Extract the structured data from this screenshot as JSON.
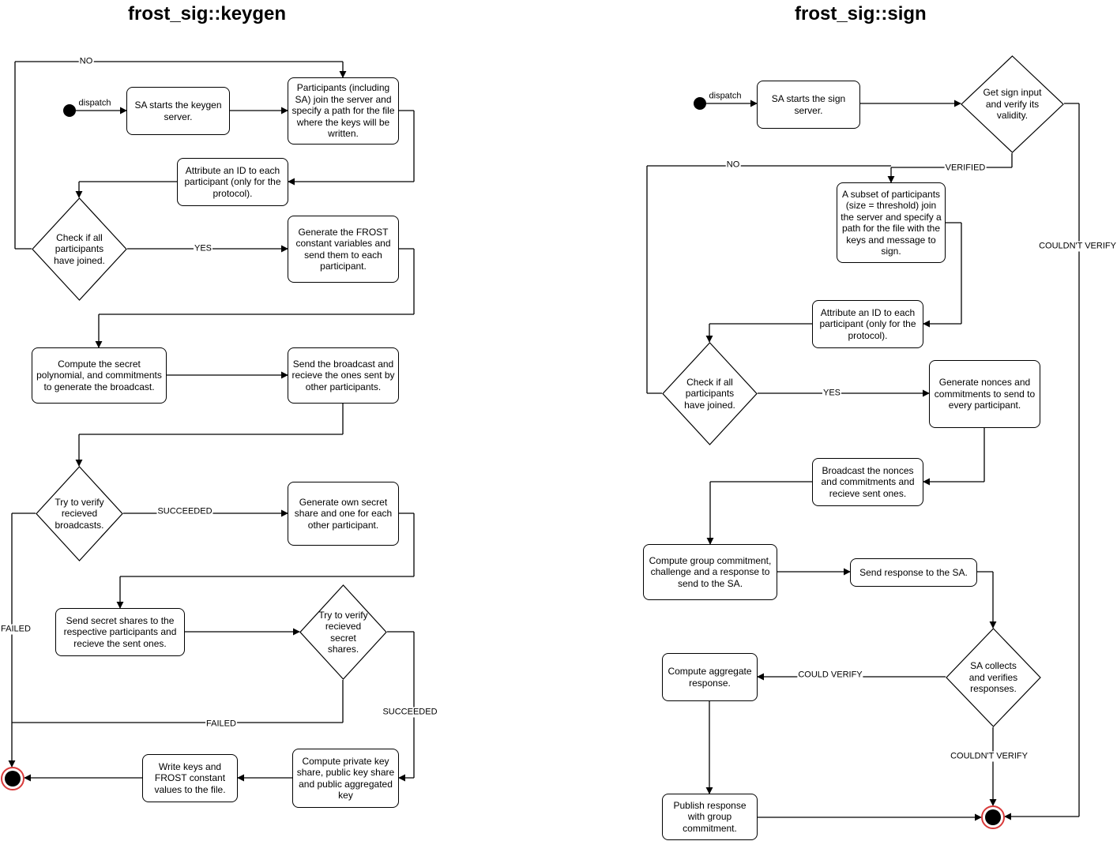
{
  "keygen": {
    "title": "frost_sig::keygen",
    "nodes": {
      "start_label": "dispatch",
      "sa_start": "SA starts the keygen server.",
      "join": "Participants (including SA) join the server and specify a path for the file where the keys will be written.",
      "attribute_id": "Attribute an ID to each participant (only for the protocol).",
      "check_joined": "Check if all participants have joined.",
      "generate_constants": "Generate the FROST constant variables and send them to each participant.",
      "compute_polynomial": "Compute the secret polynomial, and commitments to generate the broadcast.",
      "send_broadcast": "Send the broadcast and recieve the ones sent by other participants.",
      "verify_broadcasts": "Try to verify recieved broadcasts.",
      "generate_shares": "Generate own secret share and one for each other participant.",
      "send_shares": "Send secret shares to the respective participants and recieve the sent ones.",
      "verify_shares": "Try to verify recieved secret shares.",
      "compute_keys": "Compute private key share, public key share and public aggregated key",
      "write_keys": "Write keys and FROST constant values to the file."
    },
    "edge_labels": {
      "no": "NO",
      "yes": "YES",
      "succeeded_1": "SUCCEEDED",
      "failed_1": "FAILED",
      "failed_2": "FAILED",
      "succeeded_2": "SUCCEEDED"
    }
  },
  "sign": {
    "title": "frost_sig::sign",
    "nodes": {
      "start_label": "dispatch",
      "sa_start": "SA starts the sign server.",
      "get_input": "Get sign input and verify its validity.",
      "subset_join": "A subset of participants (size = threshold) join the server and specify a path for the file with the keys and message to sign.",
      "attribute_id": "Attribute an ID to each participant (only for the protocol).",
      "check_joined": "Check if all participants have joined.",
      "generate_nonces": "Generate nonces and commitments to send to every participant.",
      "broadcast_nonces": "Broadcast the nonces and commitments and recieve sent ones.",
      "compute_group": "Compute group commitment, challenge and a response to send to the SA.",
      "send_response": "Send response to the SA.",
      "sa_collects": "SA collects and verifies responses.",
      "compute_aggregate": "Compute aggregate response.",
      "publish": "Publish response with group commitment."
    },
    "edge_labels": {
      "verified": "VERIFIED",
      "no": "NO",
      "couldnt_verify_1": "COULDN'T VERIFY",
      "yes": "YES",
      "could_verify": "COULD VERIFY",
      "couldnt_verify_2": "COULDN'T VERIFY"
    }
  }
}
